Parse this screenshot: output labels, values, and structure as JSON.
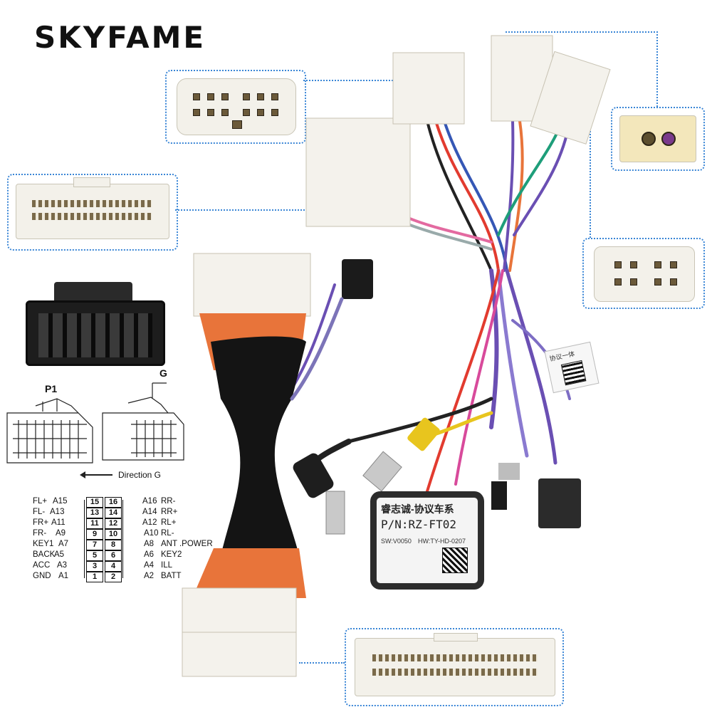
{
  "brand": {
    "logo": "SKYFAME"
  },
  "connectors": {
    "p1_label": "P1",
    "g_label": "G",
    "direction": "Direction G"
  },
  "pinout": {
    "left_rows": [
      {
        "name": "FL+",
        "pin": "A15"
      },
      {
        "name": "FL-",
        "pin": "A13"
      },
      {
        "name": "FR+",
        "pin": "A11"
      },
      {
        "name": "FR-",
        "pin": "A9"
      },
      {
        "name": "KEY1",
        "pin": "A7"
      },
      {
        "name": "BACK",
        "pin": "A5"
      },
      {
        "name": "ACC",
        "pin": "A3"
      },
      {
        "name": "GND",
        "pin": "A1"
      }
    ],
    "right_rows": [
      {
        "pin": "A16",
        "name": "RR-"
      },
      {
        "pin": "A14",
        "name": "RR+"
      },
      {
        "pin": "A12",
        "name": "RL+"
      },
      {
        "pin": "A10",
        "name": "RL-"
      },
      {
        "pin": "A8",
        "name": "ANT .POWER"
      },
      {
        "pin": "A6",
        "name": "KEY2"
      },
      {
        "pin": "A4",
        "name": "ILL"
      },
      {
        "pin": "A2",
        "name": "BATT"
      }
    ],
    "cells_left": [
      "15",
      "13",
      "11",
      "9",
      "7",
      "5",
      "3",
      "1"
    ],
    "cells_right": [
      "16",
      "14",
      "12",
      "10",
      "8",
      "6",
      "4",
      "2"
    ]
  },
  "module": {
    "title": "睿志诚-协议车系",
    "part_number": "P/N:RZ-FT02",
    "sw": "SW:V0050",
    "hw": "HW:TY-HD-0207"
  },
  "tag": {
    "text": "协议一体"
  },
  "colors": {
    "callout_border": "#3a86d6",
    "orange_wire": "#e8743a",
    "sleeve": "#141414",
    "purple_wire": "#6a4fb3",
    "rca_yellow": "#e8c51e"
  }
}
